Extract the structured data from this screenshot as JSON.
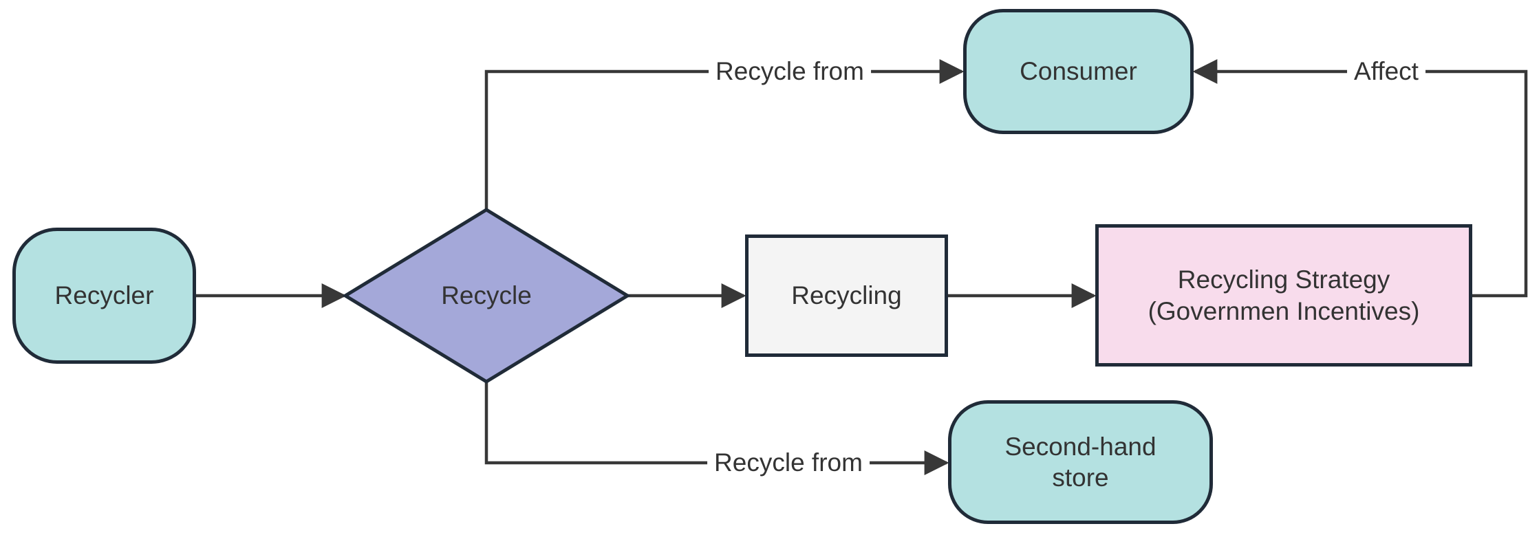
{
  "nodes": {
    "recycler": {
      "label": "Recycler",
      "shape": "stadium"
    },
    "recycle": {
      "label": "Recycle",
      "shape": "diamond"
    },
    "consumer": {
      "label": "Consumer",
      "shape": "stadium"
    },
    "recycling": {
      "label": "Recycling",
      "shape": "rect"
    },
    "strategy": {
      "line1": "Recycling Strategy",
      "line2": "(Governmen Incentives)",
      "shape": "rect"
    },
    "secondhand": {
      "line1": "Second-hand",
      "line2": "store",
      "shape": "stadium"
    }
  },
  "edge_labels": {
    "recycle_to_consumer": "Recycle from",
    "strategy_to_consumer": "Affect",
    "recycle_to_secondhand": "Recycle from"
  },
  "edges": [
    {
      "from": "Recycler",
      "to": "Recycle",
      "label": ""
    },
    {
      "from": "Recycle",
      "to": "Consumer",
      "label": "Recycle from"
    },
    {
      "from": "Recycle",
      "to": "Recycling",
      "label": ""
    },
    {
      "from": "Recycling",
      "to": "Recycling Strategy (Governmen Incentives)",
      "label": ""
    },
    {
      "from": "Recycling Strategy (Governmen Incentives)",
      "to": "Consumer",
      "label": "Affect"
    },
    {
      "from": "Recycle",
      "to": "Second-hand store",
      "label": "Recycle from"
    }
  ],
  "colors": {
    "background": "#ffffff",
    "stadium_fill": "#b4e1e1",
    "diamond_fill": "#a4a8d9",
    "rect_fill": "#f4f4f4",
    "strategy_fill": "#f8dcec",
    "node_border": "#202b38",
    "edge_line": "#383838",
    "text": "#333333"
  }
}
